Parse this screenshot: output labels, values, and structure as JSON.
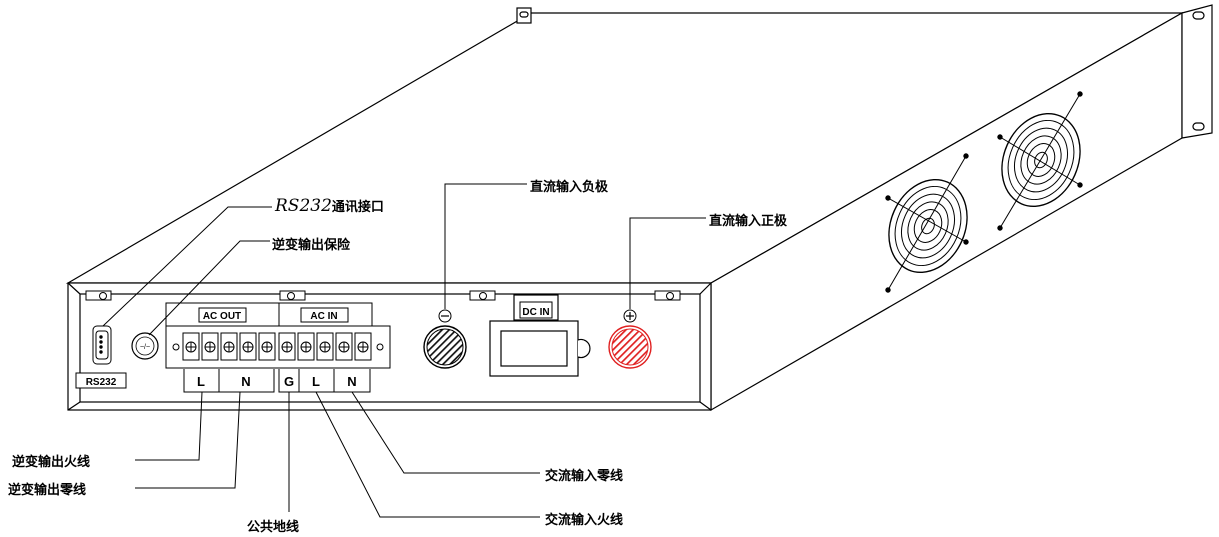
{
  "panel": {
    "ac_out": "AC OUT",
    "ac_in": "AC IN",
    "dc_in": "DC IN",
    "rs232": "RS232",
    "terminals_out": [
      "L",
      "N"
    ],
    "terminals_in": [
      "G",
      "L",
      "N"
    ],
    "minus_symbol": "⊖",
    "plus_symbol": "⊕"
  },
  "callouts": {
    "rs232_prefix": "RS232",
    "rs232_suffix": "通讯接口",
    "fuse": "逆变输出保险",
    "dc_neg": "直流输入负极",
    "dc_pos": "直流输入正极",
    "inv_live": "逆变输出火线",
    "inv_neutral": "逆变输出零线",
    "ground": "公共地线",
    "ac_neutral": "交流输入零线",
    "ac_live": "交流输入火线"
  },
  "colors": {
    "line": "#000000",
    "dc_pos_fill": "#e02020",
    "dc_neg_fill": "#222222"
  }
}
